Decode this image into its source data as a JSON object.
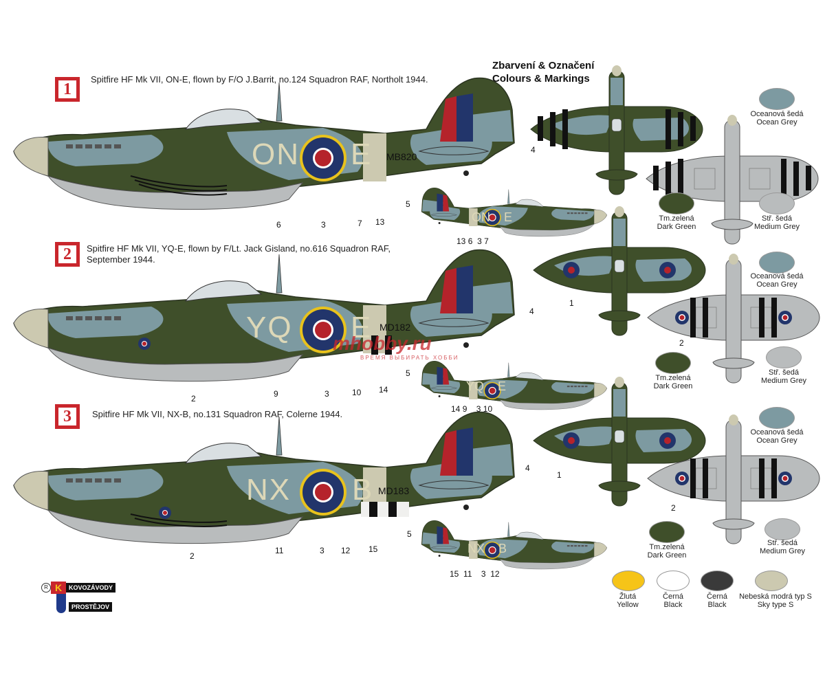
{
  "header": {
    "title_cz": "Zbarvení & Označení",
    "title_en": "Colours & Markings"
  },
  "schemes": [
    {
      "number": "1",
      "caption_line1": "Spitfire HF Mk VII, ON-E, flown by F/O J.Barrit, no.124 Squadron RAF, Northolt 1944.",
      "caption_line2": "",
      "code_left": "ON",
      "code_right": "E",
      "serial": "MB820",
      "side_callouts": [
        "4",
        "6",
        "3",
        "7",
        "13"
      ],
      "small_callouts_left": "5",
      "small_callouts_bottom": [
        "13",
        "6",
        "3",
        "7"
      ],
      "plan_callout": "",
      "under_callout": ""
    },
    {
      "number": "2",
      "caption_line1": "Spitfire HF Mk VII, YQ-E, flown by F/Lt. Jack Gisland, no.616 Squadron RAF,",
      "caption_line2": "September 1944.",
      "code_left": "YQ",
      "code_right": "E",
      "serial": "MD182",
      "side_callouts": [
        "4",
        "2",
        "9",
        "3",
        "10",
        "14"
      ],
      "small_callouts_left": "5",
      "small_callouts_bottom": [
        "14",
        "9",
        "3",
        "10"
      ],
      "plan_callout": "1",
      "under_callout": "2"
    },
    {
      "number": "3",
      "caption_line1": "Spitfire HF Mk VII, NX-B, no.131 Squadron RAF, Colerne 1944.",
      "caption_line2": "",
      "code_left": "NX",
      "code_right": "B",
      "serial": "MD183",
      "side_callouts": [
        "4",
        "2",
        "11",
        "3",
        "12",
        "15"
      ],
      "small_callouts_left": "5",
      "small_callouts_bottom": [
        "15",
        "11",
        "3",
        "12"
      ],
      "plan_callout": "1",
      "under_callout": "2"
    }
  ],
  "swatches": {
    "ocean_grey": {
      "cz": "Oceanová šedá",
      "en": "Ocean Grey",
      "color": "#7d9aa1"
    },
    "dark_green": {
      "cz": "Tm.zelená",
      "en": "Dark Green",
      "color": "#3f4f2a"
    },
    "medium_grey": {
      "cz": "Stř. šedá",
      "en": "Medium Grey",
      "color": "#b9bcbd"
    },
    "yellow": {
      "cz": "Žlutá",
      "en": "Yellow",
      "color": "#f6c418"
    },
    "white": {
      "cz": "Černá",
      "en": "Black",
      "color": "#ffffff"
    },
    "black": {
      "cz": "Černá",
      "en": "Black",
      "color": "#3a3a3a"
    },
    "sky": {
      "cz": "Nebeská modrá typ S",
      "en": "Sky type S",
      "color": "#ccc9b0"
    }
  },
  "logo": {
    "top": "KOVOZÁVODY",
    "bottom": "PROSTĚJOV",
    "registered": "R"
  },
  "watermark": {
    "brand": "mhobby.ru",
    "tagline": "ВРЕМЯ ВЫБИРАТЬ ХОББИ"
  },
  "colors": {
    "badge_red": "#c9262c",
    "roundel_blue": "#22356b",
    "roundel_red": "#b5232b",
    "roundel_yellow": "#e8c21c",
    "code_letter": "#ddd8b8"
  }
}
